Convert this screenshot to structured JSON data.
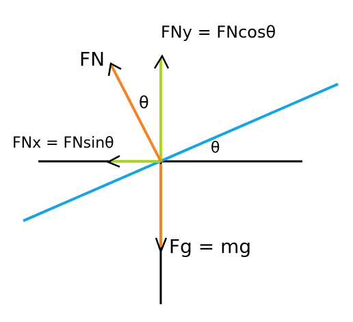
{
  "labels": {
    "normal_force": "FN",
    "normal_y": "FNy = FNcosθ",
    "normal_x": "FNx = FNsinθ",
    "gravity": "Fg = mg",
    "theta_upper": "θ",
    "theta_lower": "θ"
  },
  "colors": {
    "axes": "#000000",
    "incline": "#1aa3e0",
    "normal_force": "#f58426",
    "components": "#a6d62a",
    "gravity": "#f58426"
  }
}
